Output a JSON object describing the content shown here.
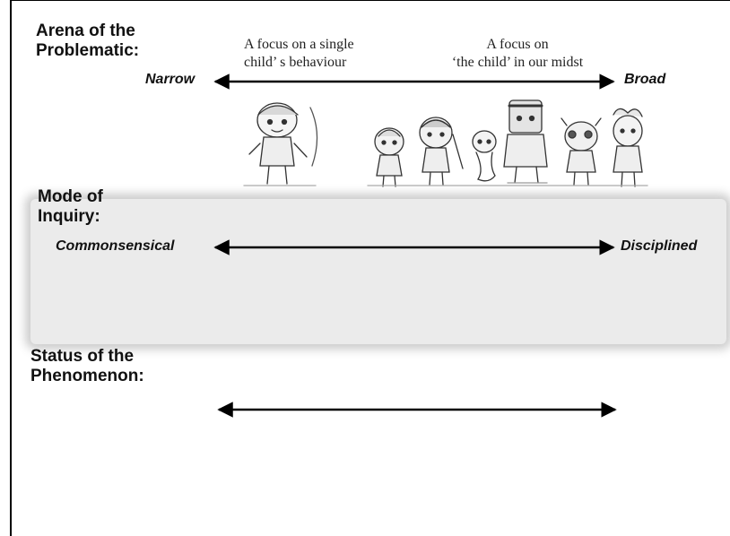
{
  "arena": {
    "heading": "Arena of the\nProblematic:",
    "left_label": "Narrow",
    "right_label": "Broad",
    "caption_left": "A focus on a single\nchild’ s behaviour",
    "caption_right": "A focus on\n‘the child’  in our midst"
  },
  "inquiry": {
    "heading": "Mode of\nInquiry:",
    "left_label": "Commonsensical",
    "right_label": "Disciplined"
  },
  "status": {
    "heading": "Status of the\nPhenomenon:"
  }
}
